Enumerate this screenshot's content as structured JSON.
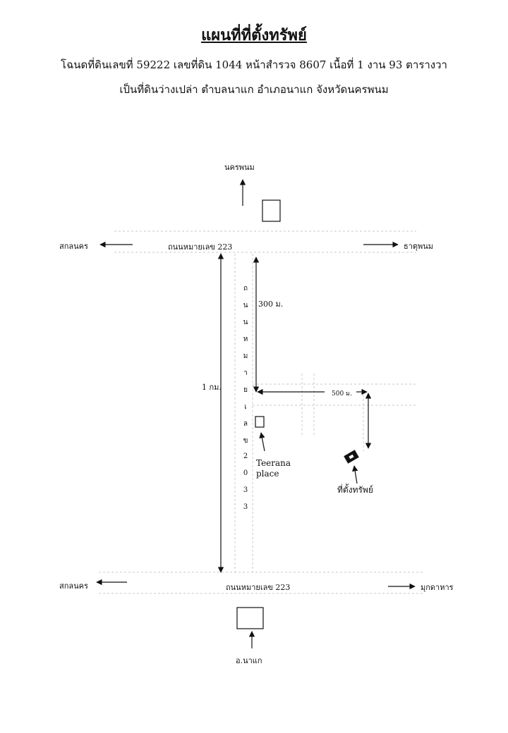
{
  "header": {
    "title": "แผนที่ที่ตั้งทรัพย์",
    "line1": "โฉนดที่ดินเลขที่ 59222  เลขที่ดิน 1044  หน้าสำรวจ 8607  เนื้อที่ 1 งาน 93 ตารางวา",
    "line2": "เป็นที่ดินว่างเปล่า  ตำบลนาแก  อำเภอนาแก  จังหวัดนครพนม"
  },
  "map": {
    "north_destination": "นครพนม",
    "top_road": {
      "name": "ถนนหมายเลข 223",
      "west_destination": "สกลนคร",
      "east_destination": "ธาตุพนม"
    },
    "bottom_road": {
      "name": "ถนนหมายเลข 223",
      "west_destination": "สกลนคร",
      "east_destination": "มุกดาหาร"
    },
    "vertical_road_name": [
      "ถ",
      "น",
      "น",
      "ห",
      "ม",
      "า",
      "ย",
      "เ",
      "ล",
      "ข",
      "2",
      "0",
      "3",
      "3"
    ],
    "south_destination": "อ.นาแก",
    "distance_total": "1 กม.",
    "distance_north": "300 ม.",
    "distance_east": "500 ม.",
    "landmark": "Teerana\nplace",
    "property_label": "ที่ตั้งทรัพย์"
  }
}
